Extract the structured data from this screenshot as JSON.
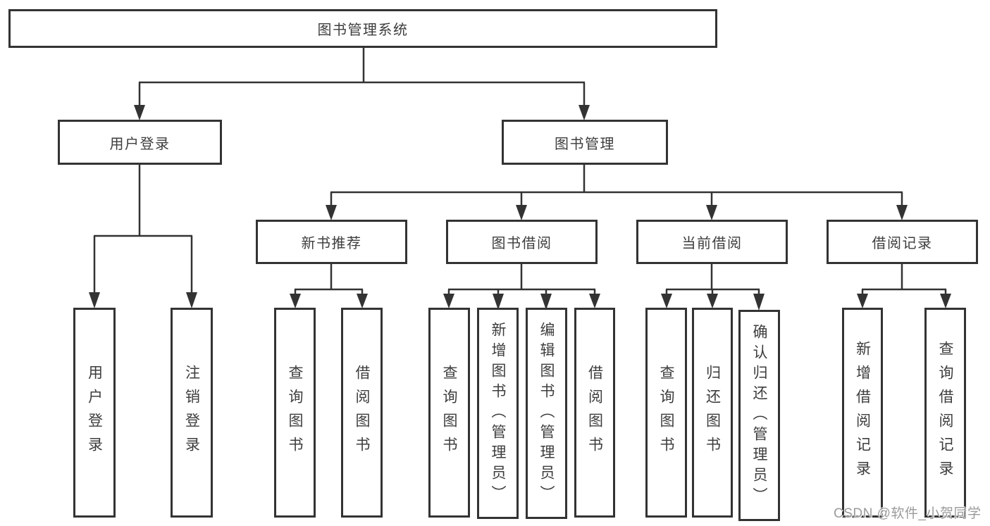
{
  "tree": {
    "root": {
      "label": "图书管理系统"
    },
    "branches": [
      {
        "label": "用户登录",
        "children": [
          {
            "label": "用户登录"
          },
          {
            "label": "注销登录"
          }
        ]
      },
      {
        "label": "图书管理",
        "children": [
          {
            "label": "新书推荐",
            "children": [
              {
                "label": "查询图书"
              },
              {
                "label": "借阅图书"
              }
            ]
          },
          {
            "label": "图书借阅",
            "children": [
              {
                "label": "查询图书"
              },
              {
                "label": "新增图书（管理员）"
              },
              {
                "label": "编辑图书（管理员）"
              },
              {
                "label": "借阅图书"
              }
            ]
          },
          {
            "label": "当前借阅",
            "children": [
              {
                "label": "查询图书"
              },
              {
                "label": "归还图书"
              },
              {
                "label": "确认归还（管理员）"
              }
            ]
          },
          {
            "label": "借阅记录",
            "children": [
              {
                "label": "新增借阅记录"
              },
              {
                "label": "查询借阅记录"
              }
            ]
          }
        ]
      }
    ]
  },
  "colors": {
    "line": "#333333",
    "box_border": "#333333",
    "text": "#3d3d3d",
    "watermark": "#9b9b9b",
    "background": "#ffffff"
  },
  "watermark": {
    "text": "CSDN @软件_小贺同学"
  }
}
